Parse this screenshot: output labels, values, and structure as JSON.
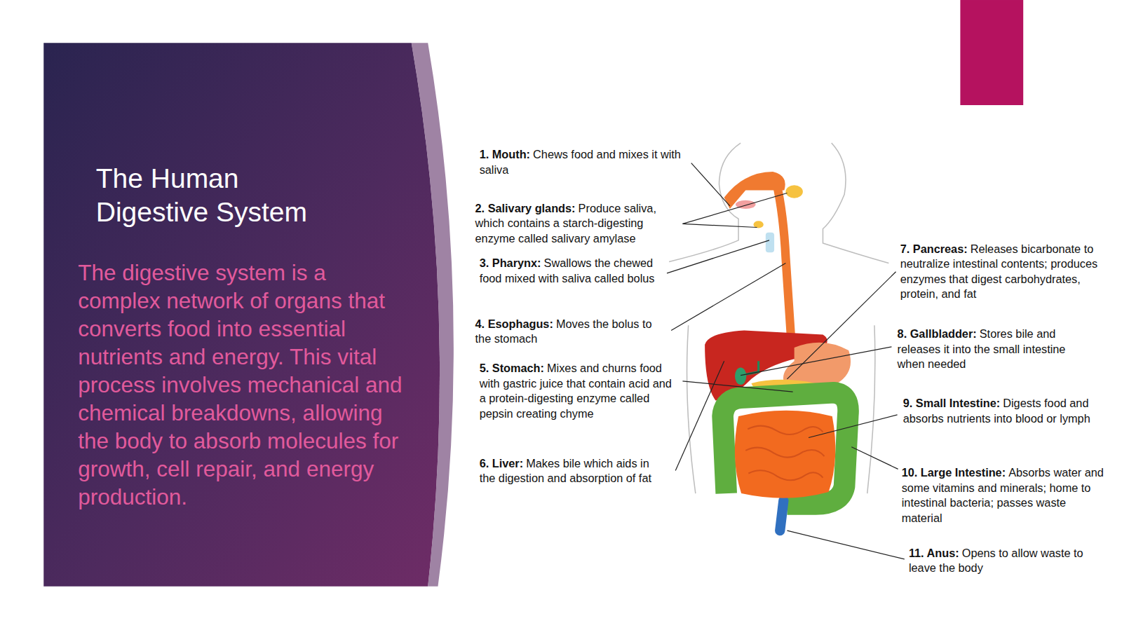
{
  "diagram": {
    "title": "The Human Digestive System",
    "labels": [
      "The digestive system is a complex network of organs that converts food into essential nutrients and energy. This vital process involves mechanical and chemical breakdowns, allowing the body to absorb molecules for growth, cell repair, and energy production.",
      "1. Mouth:",
      "Chews food and mixes it with saliva",
      "2. Salivary glands:",
      "Produce saliva, which contains a starch-digesting enzyme called salivary amylase",
      "3. Pharynx:",
      "Swallows the chewed food mixed with saliva called bolus",
      "4. Esophagus:",
      "Moves the bolus to the stomach",
      "5. Stomach:",
      "Mixes and churns food with gastric juice that contain acid and a protein-digesting enzyme called pepsin creating chyme",
      "6. Liver:",
      "Makes bile which aids in the digestion and absorption of fat",
      "7. Pancreas:",
      "Releases bicarbonate to neutralize intestinal contents; produces enzymes that digest carbohydrates, protein, and fat",
      "8. Gallbladder:",
      "Stores bile and releases it into the small intestine when needed",
      "9. Small Intestine:",
      "Digests food and absorbs nutrients into blood or lymph",
      "10. Large Intestine:",
      "Absorbs water and some vitamins and minerals; home to intestinal bacteria; passes waste material",
      "11. Anus:",
      "Opens to allow waste to leave the body"
    ]
  }
}
